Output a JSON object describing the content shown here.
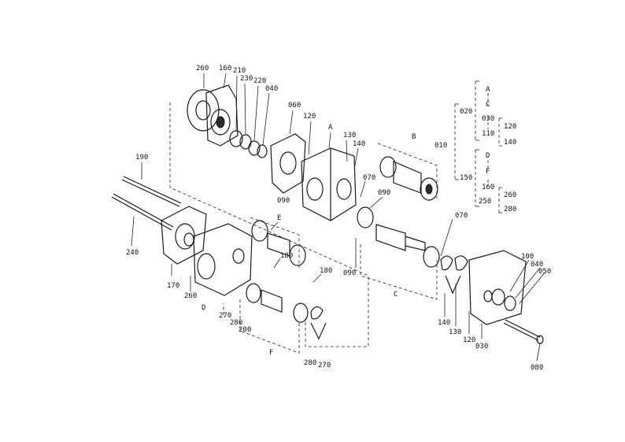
{
  "labels": {
    "p260_top": "260",
    "p160_top": "160",
    "p210": "210",
    "p230": "230",
    "p220": "220",
    "p040_top": "040",
    "p060": "060",
    "p120_top": "120",
    "pA": "A",
    "p130_top": "130",
    "p140_top": "140",
    "pB": "B",
    "p070_top": "070",
    "p090_a": "090",
    "p090_b": "090",
    "p070_right": "070",
    "p090_c": "090",
    "pC": "C",
    "p190": "190",
    "p240": "240",
    "pE": "E",
    "p180_a": "180",
    "p180_b": "180",
    "p170": "170",
    "p260_low": "260",
    "pD": "D",
    "p270_a": "270",
    "p280_a": "280",
    "p200": "200",
    "pF": "F",
    "p280_b": "280",
    "p270_b": "270",
    "p140_low": "140",
    "p130_low": "130",
    "p120_low": "120",
    "p030_low": "030",
    "p100": "100",
    "p040_low": "040",
    "p050": "050",
    "p080": "080"
  },
  "tree": {
    "t010": "010",
    "t020": "020",
    "tA": "A",
    "tC": "C",
    "t030": "030",
    "t110": "110",
    "t120": "120",
    "t140": "140",
    "tD": "D",
    "tF": "F",
    "t150": "150",
    "t160": "160",
    "t250": "250",
    "t260": "260",
    "t280": "280"
  }
}
